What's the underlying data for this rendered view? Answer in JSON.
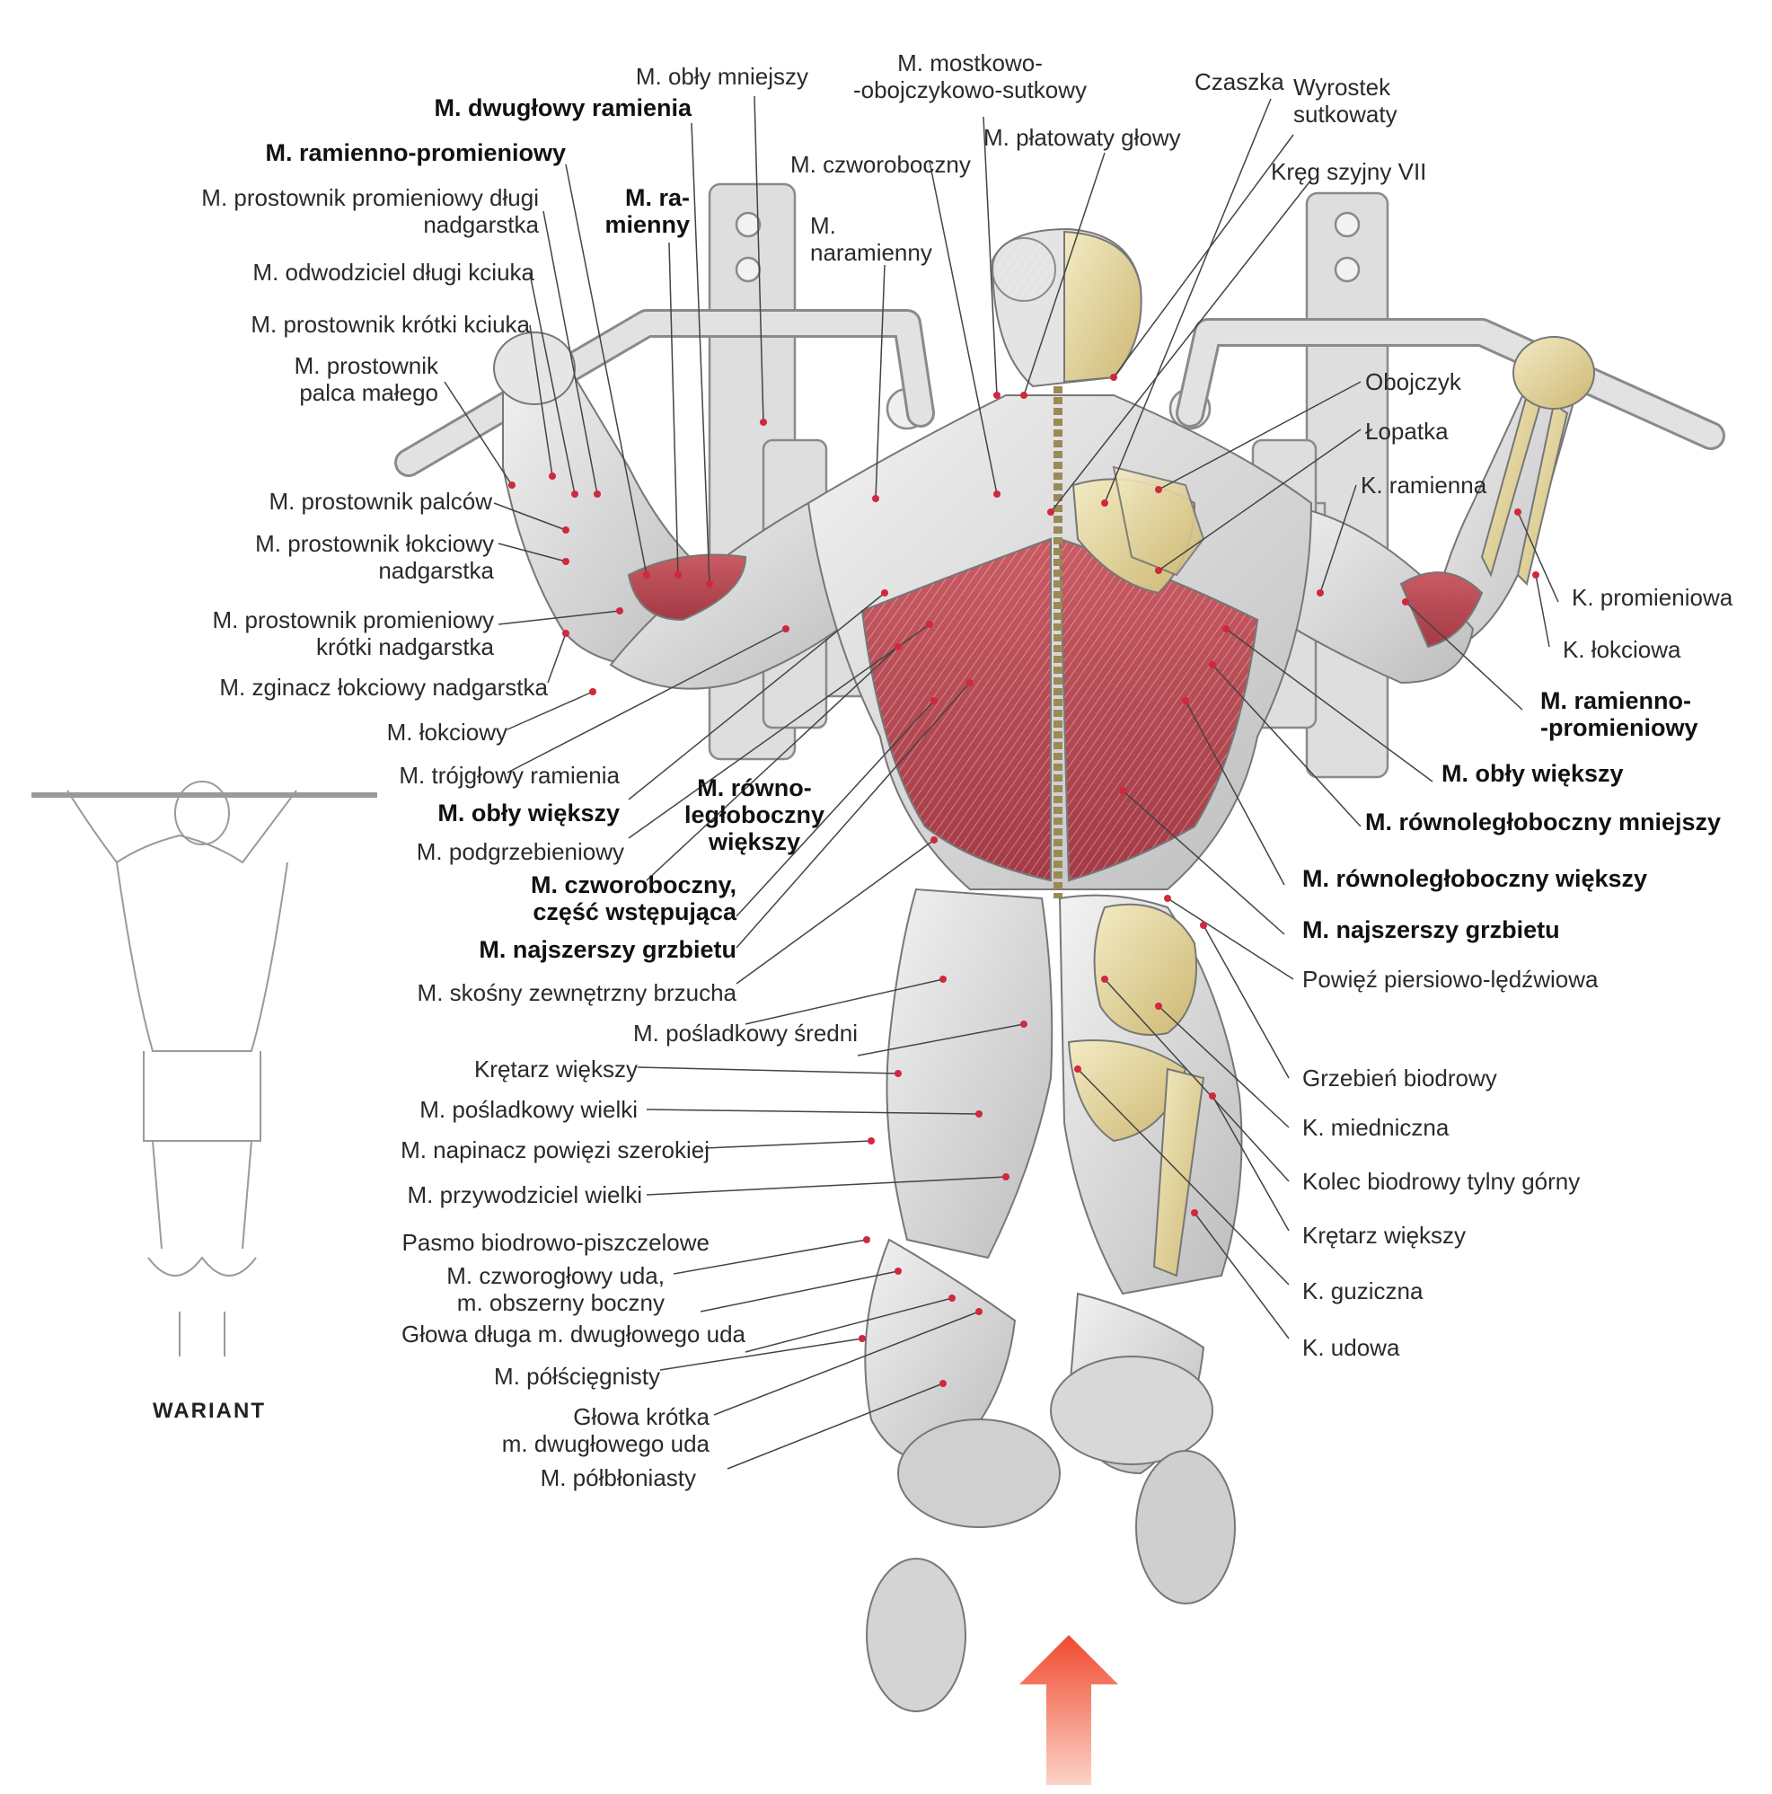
{
  "variant_caption": "WARIANT",
  "labels_left": [
    "M. obły mniejszy",
    "M. dwugłowy ramienia",
    "M. ramienno-promieniowy",
    "M. prostownik promieniowy długi\nnadgarstka",
    "M. ra-\nmienny",
    "M. odwodziciel długi kciuka",
    "M. prostownik krótki kciuka",
    "M. prostownik\npalca małego",
    "M. prostownik palców",
    "M. prostownik łokciowy\nnadgarstka",
    "M. prostownik promieniowy\nkrótki nadgarstka",
    "M. zginacz łokciowy nadgarstka",
    "M. łokciowy",
    "M. trójgłowy ramienia",
    "M. obły większy",
    "M. podgrzebieniowy",
    "M. równo-\nległoboczny\nwiększy",
    "M. czworoboczny,\nczęść wstępująca",
    "M. najszerszy grzbietu",
    "M. skośny zewnętrzny brzucha",
    "M. pośladkowy średni",
    "Krętarz większy",
    "M. pośladkowy wielki",
    "M. napinacz powięzi szerokiej",
    "M. przywodziciel wielki",
    "Pasmo biodrowo-piszczelowe",
    "M. czworogłowy uda,\nm. obszerny boczny",
    "Głowa długa m. dwugłowego uda",
    "M. półścięgnisty",
    "Głowa krótka\nm. dwugłowego uda",
    "M. półbłoniasty"
  ],
  "labels_top": [
    "M. mostkowo-\n-obojczykowo-sutkowy",
    "M. czworoboczny",
    "M.\nnaramienny",
    "M. płatowaty głowy",
    "Czaszka",
    "Wyrostek\nsutkowaty",
    "Kręg szyjny VII"
  ],
  "labels_right": [
    "Obojczyk",
    "Łopatka",
    "K. ramienna",
    "K. promieniowa",
    "K. łokciowa",
    "M. ramienno-\n-promieniowy",
    "M. obły większy",
    "M. równoległoboczny mniejszy",
    "M. równoległoboczny większy",
    "M. najszerszy grzbietu",
    "Powięź piersiowo-lędźwiowa",
    "Grzebień biodrowy",
    "K. miedniczna",
    "Kolec biodrowy tylny górny",
    "Krętarz większy",
    "K. guziczna",
    "K. udowa"
  ],
  "colors": {
    "muscle_highlight": "#b8454f",
    "muscle_base": "#d9d9d9",
    "bone": "#e8d9a0",
    "machine": "#dcdcdc",
    "arrow": "#ef6b4f",
    "text": "#222222"
  }
}
